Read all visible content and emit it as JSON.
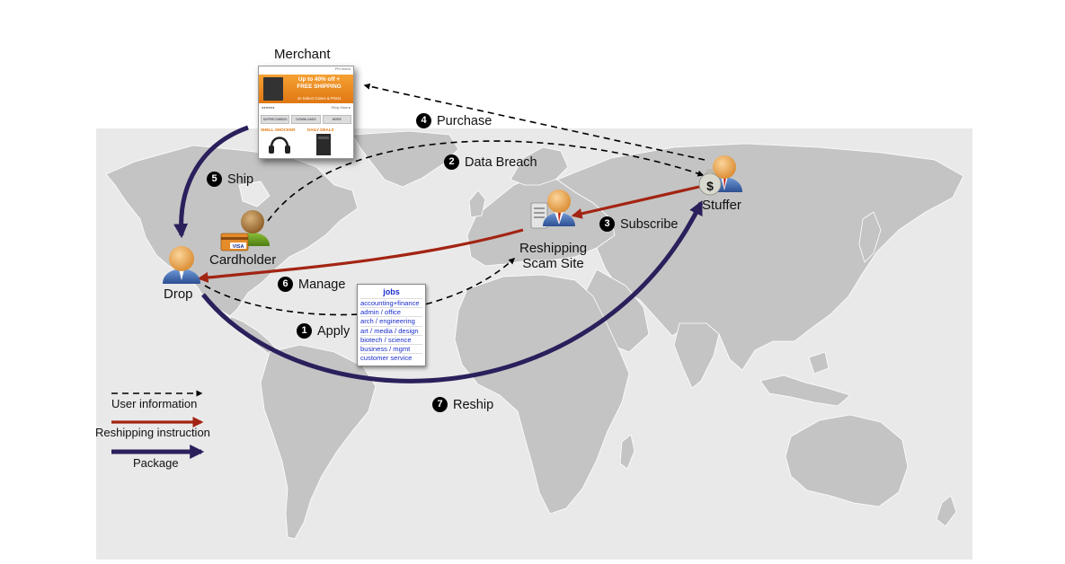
{
  "entities": {
    "merchant": "Merchant",
    "stuffer": "Stuffer",
    "reshipping_site": [
      "Reshipping",
      "Scam Site"
    ],
    "cardholder": "Cardholder",
    "drop": "Drop"
  },
  "steps": [
    {
      "num": "1",
      "label": "Apply"
    },
    {
      "num": "2",
      "label": "Data Breach"
    },
    {
      "num": "3",
      "label": "Subscribe"
    },
    {
      "num": "4",
      "label": "Purchase"
    },
    {
      "num": "5",
      "label": "Ship"
    },
    {
      "num": "6",
      "label": "Manage"
    },
    {
      "num": "7",
      "label": "Reship"
    }
  ],
  "jobs_panel": {
    "heading": "jobs",
    "items": [
      "accounting+finance",
      "admin / office",
      "arch / engineering",
      "art / media / design",
      "biotech / science",
      "business / mgmt",
      "customer service"
    ]
  },
  "merchant_page": {
    "top_text": "Ph! menu",
    "banner_line1": "Up to 40% off +",
    "banner_line2": "FREE SHIPPING",
    "banner_sub": "on Select Cases & PSUs",
    "shop_now": "Shop Now ▸",
    "tabs": [
      "SUPERCOMBOS",
      "DOWNLOADS",
      "MORE AUTOMATION"
    ],
    "deal_left": "SHELL SHOCKER",
    "deal_right": "DAILY DEALS"
  },
  "card_label": "VISA",
  "money_symbol": "$",
  "legend": [
    {
      "label": "User information",
      "style": "dashed",
      "color": "#000000"
    },
    {
      "label": "Reshipping instruction",
      "style": "solid",
      "color": "#a32413"
    },
    {
      "label": "Package",
      "style": "solid-thick",
      "color": "#2b1f5c"
    }
  ],
  "colors": {
    "map_land": "#c6c6c6",
    "map_bg": "#e6e6e6",
    "user_info": "#000000",
    "instruction": "#a32413",
    "package": "#2b1f5c"
  }
}
